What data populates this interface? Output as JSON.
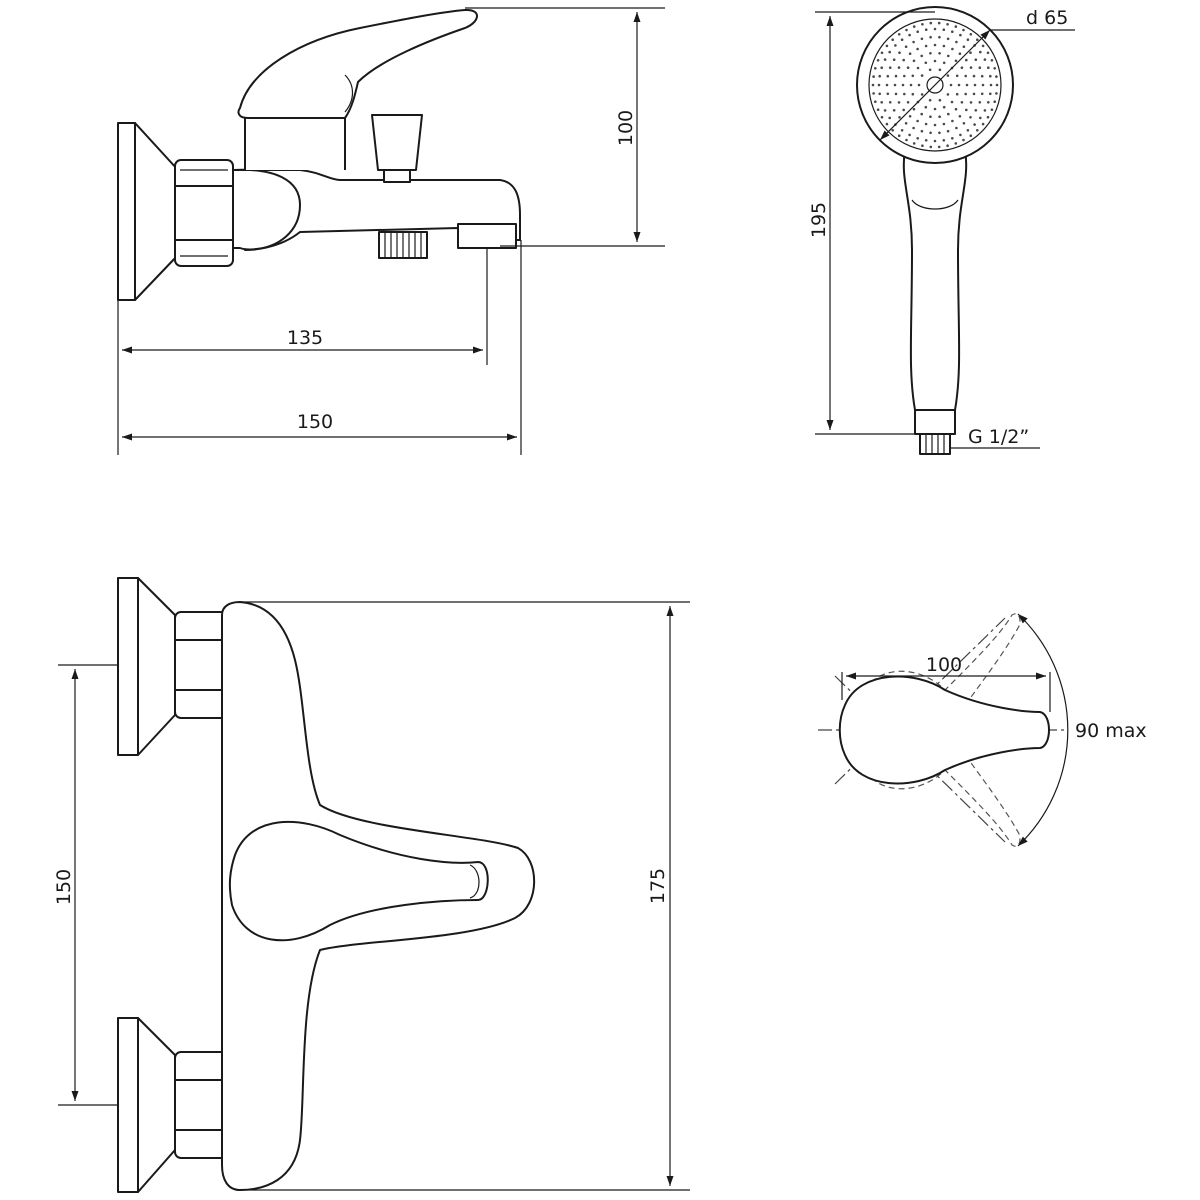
{
  "dimensions": {
    "side_height": "100",
    "side_reach_spout": "135",
    "side_total_depth": "150",
    "shower_length": "195",
    "shower_head_diameter": "d 65",
    "shower_thread": "G 1/2”",
    "front_centers": "150",
    "front_height": "175",
    "lever_length": "100",
    "lever_rotation": "90 max"
  }
}
